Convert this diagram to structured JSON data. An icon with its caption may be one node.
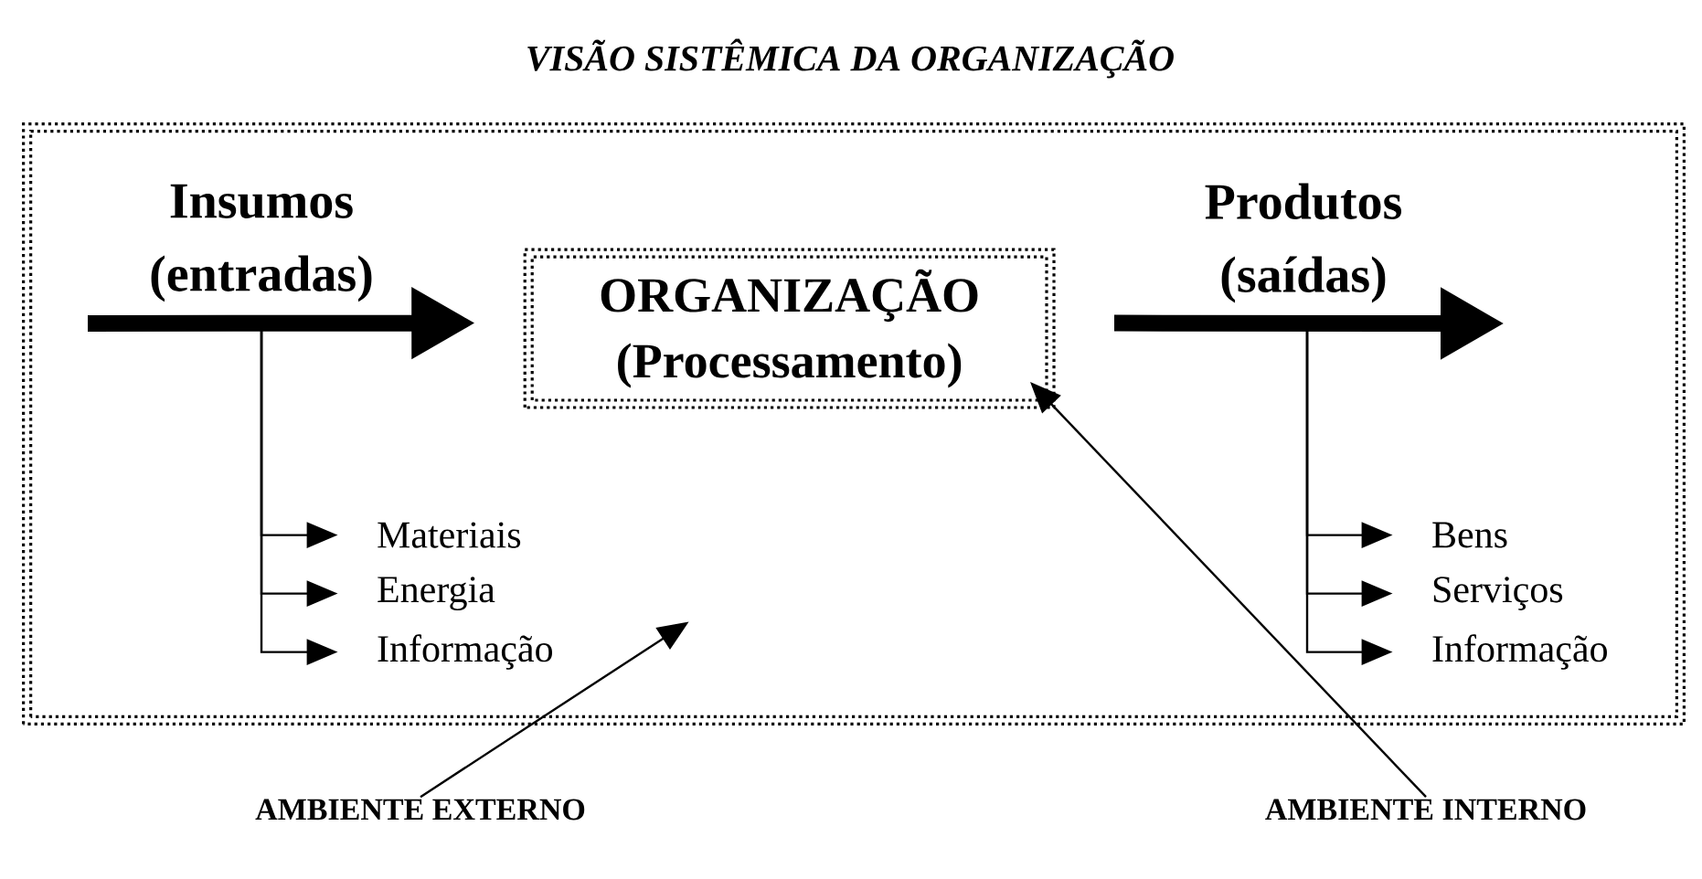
{
  "diagram": {
    "title": "VISÃO SISTÊMICA DA ORGANIZAÇÃO",
    "nodes": [
      {
        "text": [],
        "shape": "box"
      },
      {
        "text": [
          "ORGANIZAÇÃO (Processamento)"
        ],
        "in": 0
      },
      {
        "text": [
          "Materiais"
        ],
        "in": 0
      },
      {
        "text": [
          "Energia"
        ],
        "in": 0
      },
      {
        "text": [
          "Informação"
        ],
        "in": 0
      },
      {
        "text": [
          "Bens"
        ],
        "in": 0
      },
      {
        "text": [
          "Serviços"
        ],
        "in": 0
      },
      {
        "text": [
          "Informação"
        ],
        "in": 0
      },
      {
        "text": [
          "AMBIENTE EXTERNO"
        ]
      },
      {
        "text": [
          "AMBIENTE INTERNO"
        ]
      }
    ],
    "edges": [
      {
        "from": null,
        "to": 1,
        "arrow": "to",
        "style": "thick",
        "label": "Insumos (entradas)"
      },
      {
        "from": null,
        "to": 2,
        "arrow": "to"
      },
      {
        "from": null,
        "to": 3,
        "arrow": "to"
      },
      {
        "from": null,
        "to": 4,
        "arrow": "to"
      },
      {
        "from": 1,
        "to": null,
        "arrow": "to",
        "style": "thick",
        "label": "Produtos (saídas)"
      },
      {
        "from": null,
        "to": 5,
        "arrow": "to"
      },
      {
        "from": null,
        "to": 6,
        "arrow": "to"
      },
      {
        "from": null,
        "to": 7,
        "arrow": "to"
      },
      {
        "from": 8,
        "to": 0,
        "arrow": "to"
      },
      {
        "from": 9,
        "to": 1,
        "arrow": "to"
      }
    ]
  }
}
